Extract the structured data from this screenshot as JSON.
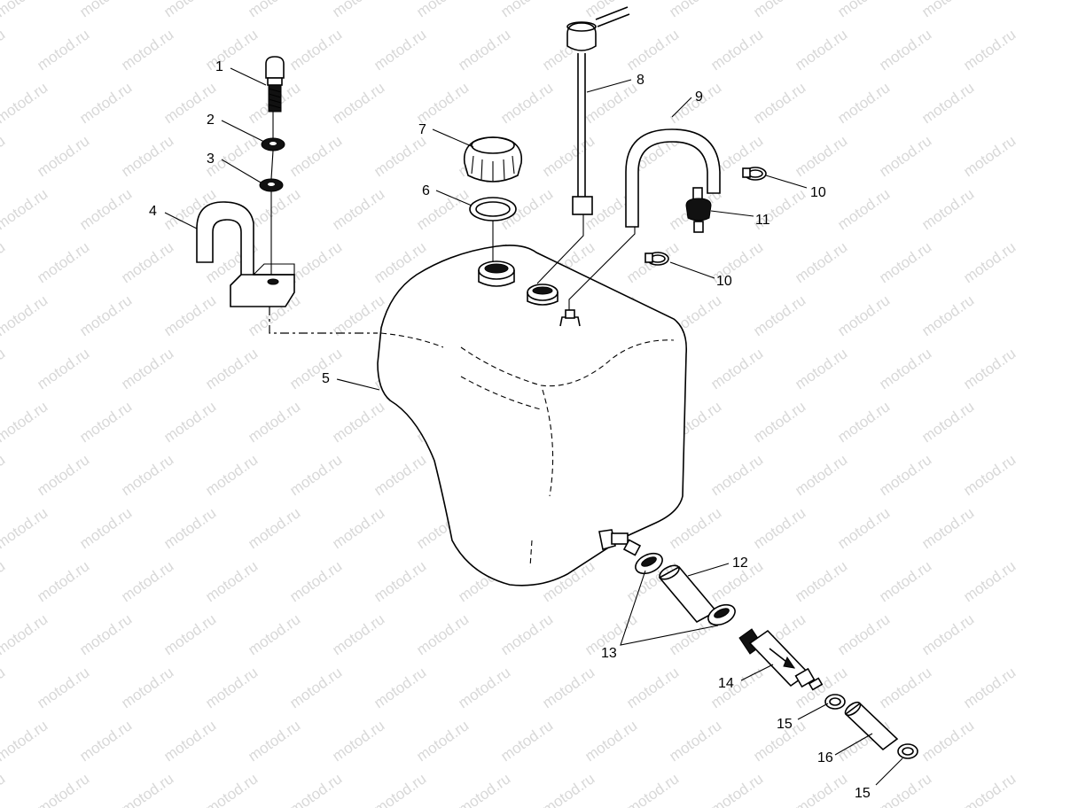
{
  "watermark": "motod.ru",
  "callouts": [
    {
      "id": "c1",
      "text": "1"
    },
    {
      "id": "c2",
      "text": "2"
    },
    {
      "id": "c3",
      "text": "3"
    },
    {
      "id": "c4",
      "text": "4"
    },
    {
      "id": "c5",
      "text": "5"
    },
    {
      "id": "c6",
      "text": "6"
    },
    {
      "id": "c7",
      "text": "7"
    },
    {
      "id": "c8",
      "text": "8"
    },
    {
      "id": "c9",
      "text": "9"
    },
    {
      "id": "c10a",
      "text": "10"
    },
    {
      "id": "c10b",
      "text": "10"
    },
    {
      "id": "c11",
      "text": "11"
    },
    {
      "id": "c12",
      "text": "12"
    },
    {
      "id": "c13",
      "text": "13"
    },
    {
      "id": "c14",
      "text": "14"
    },
    {
      "id": "c15a",
      "text": "15"
    },
    {
      "id": "c15b",
      "text": "15"
    },
    {
      "id": "c16",
      "text": "16"
    }
  ]
}
